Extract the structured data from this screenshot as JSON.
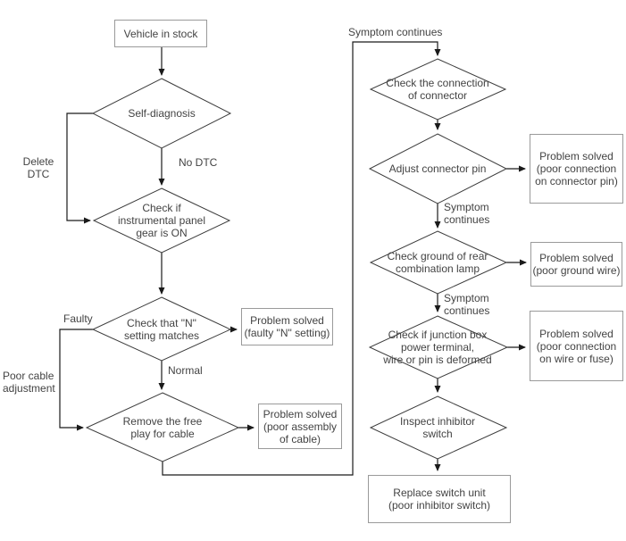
{
  "flowchart": {
    "nodes": {
      "vehicle_in_stock": "Vehicle in stock",
      "self_diagnosis": "Self-diagnosis",
      "check_panel_gear": "Check if\ninstrumental panel\ngear is ON",
      "check_n_setting": "Check that \"N\"\nsetting matches",
      "problem_faulty_n": "Problem solved\n(faulty \"N\" setting)",
      "remove_free_play": "Remove the free\nplay for cable",
      "problem_poor_assembly": "Problem solved\n(poor assembly\nof cable)",
      "check_connector": "Check the connection\nof connector",
      "adjust_connector_pin": "Adjust connector pin",
      "problem_connector_pin": "Problem solved\n(poor connection\non connector pin)",
      "check_ground_lamp": "Check ground of rear\ncombination lamp",
      "problem_ground_wire": "Problem solved\n(poor ground wire)",
      "check_junction_box": "Check if junction box\npower terminal,\nwire or pin is deformed",
      "problem_wire_fuse": "Problem solved\n(poor connection\non wire or fuse)",
      "inspect_inhibitor_switch": "Inspect inhibitor\nswitch",
      "replace_switch_unit": "Replace switch unit\n(poor inhibitor switch)"
    },
    "edge_labels": {
      "delete_dtc": "Delete\nDTC",
      "no_dtc": "No DTC",
      "faulty": "Faulty",
      "normal": "Normal",
      "poor_cable_adjustment": "Poor cable\nadjustment",
      "symptom_continues_top": "Symptom continues",
      "symptom_continues_1": "Symptom\ncontinues",
      "symptom_continues_2": "Symptom\ncontinues"
    },
    "colors": {
      "line": "#1a1a1a",
      "diamond_border": "#3c3c3c",
      "box_border": "#9a9a9a",
      "text": "#434343",
      "background": "#ffffff"
    }
  }
}
